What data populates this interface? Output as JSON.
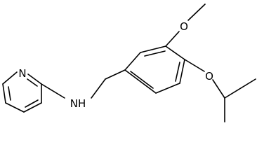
{
  "molecule": {
    "atoms": {
      "pyridine_n": "N",
      "amine_nh": "NH",
      "methoxy_o": "O",
      "isopropoxy_o": "O"
    }
  }
}
